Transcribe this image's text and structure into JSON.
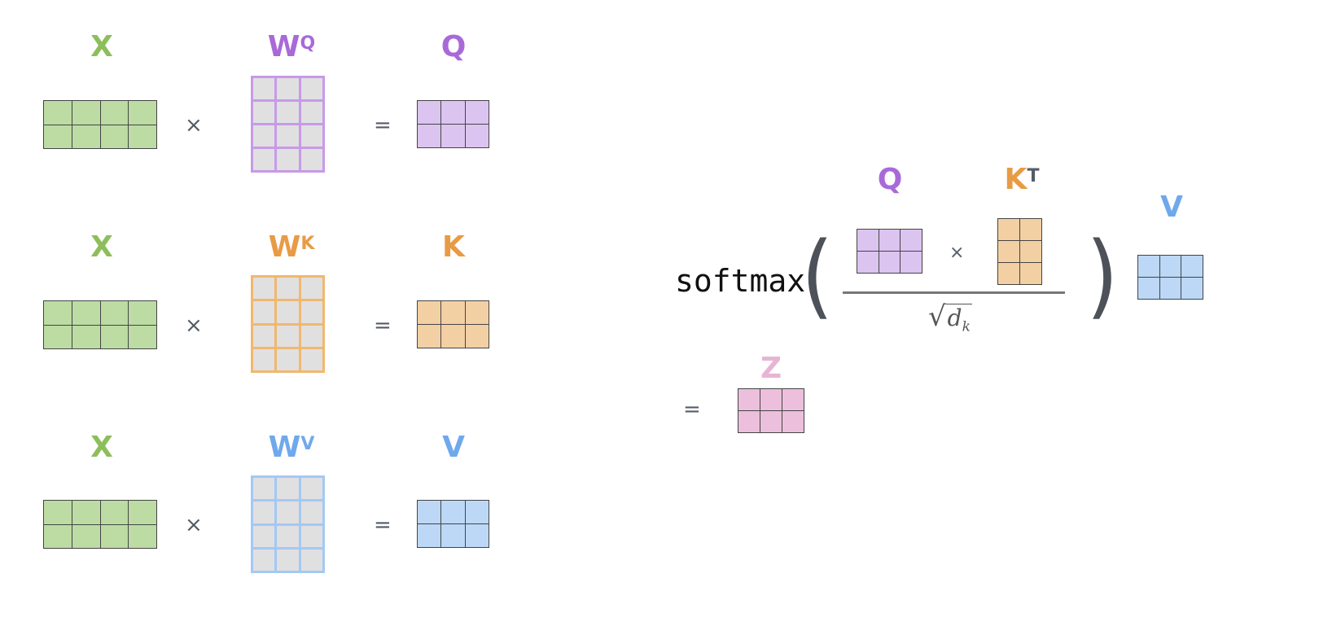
{
  "colors": {
    "x": "#8dbe5b",
    "x_fill": "#bcdca4",
    "q": "#a86ad8",
    "q_fill": "#dcc4f0",
    "q_border": "#c79ae8",
    "k": "#e89b45",
    "k_fill": "#f3d0a4",
    "k_border": "#f0b86e",
    "v": "#70a8ec",
    "v_fill": "#bcd8f6",
    "v_border": "#a4c8f4",
    "z": "#e8b4d4",
    "z_fill": "#ecc0dc",
    "weight_fill": "#e0e0e0",
    "operator": "#555c66"
  },
  "rows": [
    {
      "input": "X",
      "weight": "W",
      "weight_sup": "Q",
      "output": "Q",
      "times": "×",
      "equals": "="
    },
    {
      "input": "X",
      "weight": "W",
      "weight_sup": "K",
      "output": "K",
      "times": "×",
      "equals": "="
    },
    {
      "input": "X",
      "weight": "W",
      "weight_sup": "V",
      "output": "V",
      "times": "×",
      "equals": "="
    }
  ],
  "attention": {
    "softmax": "softmax",
    "open_paren": "(",
    "close_paren": ")",
    "q_label": "Q",
    "k_label": "K",
    "k_sup": "T",
    "times": "×",
    "v_label": "V",
    "sqrt_symbol": "√",
    "sqrt_var": "d",
    "sqrt_sub": "k",
    "equals": "=",
    "z_label": "Z"
  }
}
